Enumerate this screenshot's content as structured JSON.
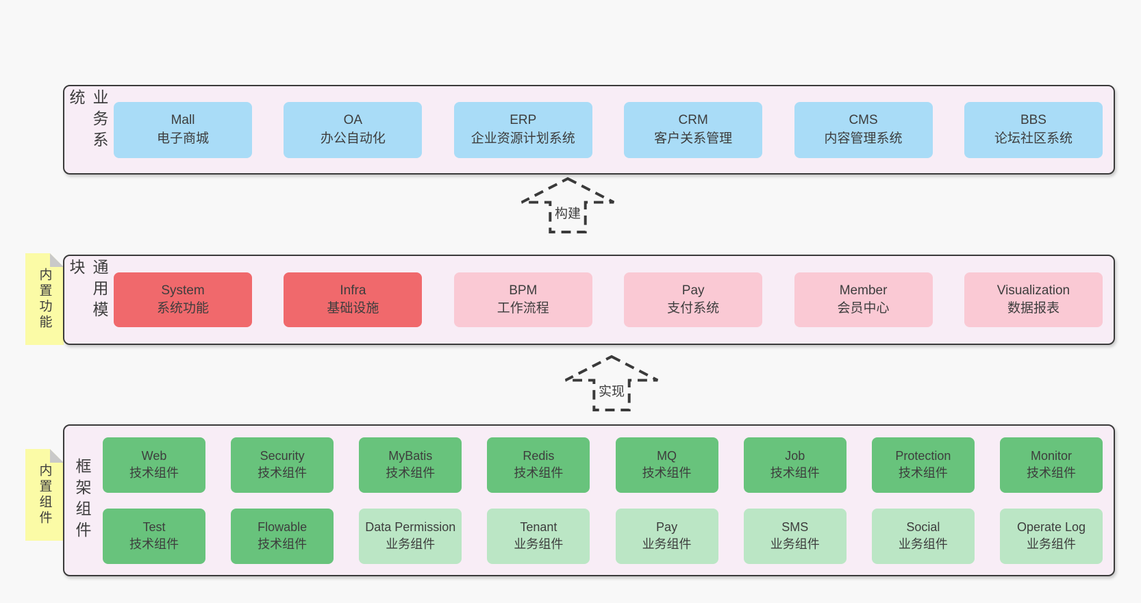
{
  "colors": {
    "page_bg": "#f8f8f8",
    "container_bg": "#f8edf6",
    "container_border": "#3a3a3a",
    "text": "#3d3d3d",
    "blue": "#a9dcf7",
    "red": "#f0696c",
    "pink": "#fac9d4",
    "green_dark": "#68c37c",
    "green_light": "#bbe6c5",
    "tag_yellow": "#fbfba6",
    "fold_gray": "#c9c9c9"
  },
  "arrows": {
    "build": "构建",
    "implement": "实现"
  },
  "sections": {
    "business": {
      "label": "业务系统",
      "boxes": [
        {
          "en": "Mall",
          "zh": "电子商城",
          "variant": "blue"
        },
        {
          "en": "OA",
          "zh": "办公自动化",
          "variant": "blue"
        },
        {
          "en": "ERP",
          "zh": "企业资源计划系统",
          "variant": "blue"
        },
        {
          "en": "CRM",
          "zh": "客户关系管理",
          "variant": "blue"
        },
        {
          "en": "CMS",
          "zh": "内容管理系统",
          "variant": "blue"
        },
        {
          "en": "BBS",
          "zh": "论坛社区系统",
          "variant": "blue"
        }
      ]
    },
    "modules": {
      "label": "通用模块",
      "tag": "内置功能",
      "boxes": [
        {
          "en": "System",
          "zh": "系统功能",
          "variant": "red"
        },
        {
          "en": "Infra",
          "zh": "基础设施",
          "variant": "red"
        },
        {
          "en": "BPM",
          "zh": "工作流程",
          "variant": "pink"
        },
        {
          "en": "Pay",
          "zh": "支付系统",
          "variant": "pink"
        },
        {
          "en": "Member",
          "zh": "会员中心",
          "variant": "pink"
        },
        {
          "en": "Visualization",
          "zh": "数据报表",
          "variant": "pink"
        }
      ]
    },
    "framework": {
      "label": "框架组件",
      "tag": "内置组件",
      "rows": [
        [
          {
            "en": "Web",
            "zh": "技术组件",
            "variant": "green"
          },
          {
            "en": "Security",
            "zh": "技术组件",
            "variant": "green"
          },
          {
            "en": "MyBatis",
            "zh": "技术组件",
            "variant": "green"
          },
          {
            "en": "Redis",
            "zh": "技术组件",
            "variant": "green"
          },
          {
            "en": "MQ",
            "zh": "技术组件",
            "variant": "green"
          },
          {
            "en": "Job",
            "zh": "技术组件",
            "variant": "green"
          },
          {
            "en": "Protection",
            "zh": "技术组件",
            "variant": "green"
          },
          {
            "en": "Monitor",
            "zh": "技术组件",
            "variant": "green"
          }
        ],
        [
          {
            "en": "Test",
            "zh": "技术组件",
            "variant": "green"
          },
          {
            "en": "Flowable",
            "zh": "技术组件",
            "variant": "green"
          },
          {
            "en": "Data Permission",
            "zh": "业务组件",
            "variant": "green-light"
          },
          {
            "en": "Tenant",
            "zh": "业务组件",
            "variant": "green-light"
          },
          {
            "en": "Pay",
            "zh": "业务组件",
            "variant": "green-light"
          },
          {
            "en": "SMS",
            "zh": "业务组件",
            "variant": "green-light"
          },
          {
            "en": "Social",
            "zh": "业务组件",
            "variant": "green-light"
          },
          {
            "en": "Operate Log",
            "zh": "业务组件",
            "variant": "green-light"
          }
        ]
      ]
    }
  }
}
